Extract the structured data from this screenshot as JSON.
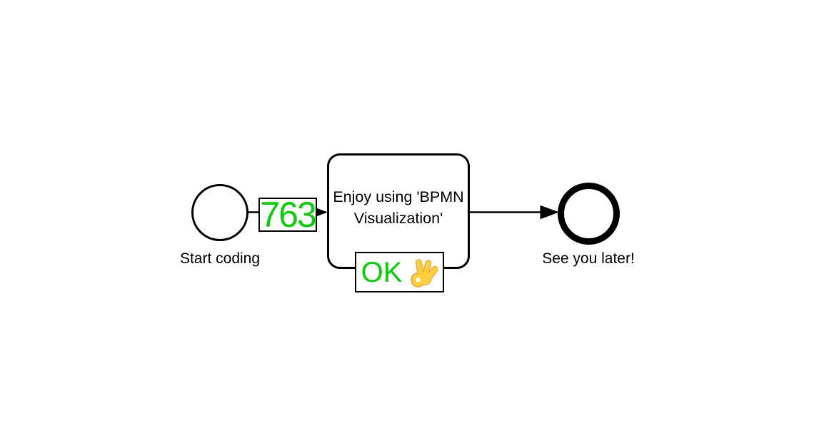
{
  "diagram": {
    "title": "BPMN process diagram",
    "colors": {
      "bg": "#ffffff",
      "stroke": "#000000",
      "green": "#0bcc0b",
      "emoji-yellow": "#ffd03b",
      "emoji-shade": "#e8a33d"
    },
    "start_event": {
      "type": "start-event",
      "label": "Start coding"
    },
    "task": {
      "type": "task",
      "label": "Enjoy using 'BPMN Visualization'"
    },
    "end_event": {
      "type": "end-event",
      "label": "See you later!"
    },
    "overlays": {
      "flow_counter": "763",
      "task_status": {
        "text": "OK",
        "emoji": "👌",
        "emoji_name": "ok-hand"
      }
    }
  }
}
